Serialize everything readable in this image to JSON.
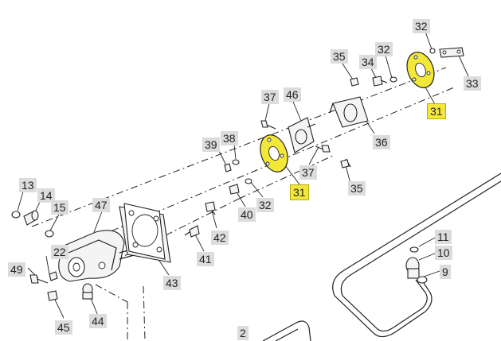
{
  "callouts": {
    "c13": "13",
    "c14": "14",
    "c15": "15",
    "c47": "47",
    "c22": "22",
    "c49": "49",
    "c45": "45",
    "c44": "44",
    "c43": "43",
    "c41": "41",
    "c42": "42",
    "c40": "40",
    "c32a": "32",
    "c39": "39",
    "c38": "38",
    "c37a": "37",
    "c46": "46",
    "c31a": "31",
    "c37b": "37",
    "c35a": "35",
    "c36": "36",
    "c35b": "35",
    "c34": "34",
    "c32b": "32",
    "c32c": "32",
    "c33": "33",
    "c31b": "31",
    "c11": "11",
    "c10": "10",
    "c9": "9",
    "c2": "2"
  },
  "colors": {
    "highlight": "#f3e83a",
    "callout_bg": "#dcdcdc"
  }
}
